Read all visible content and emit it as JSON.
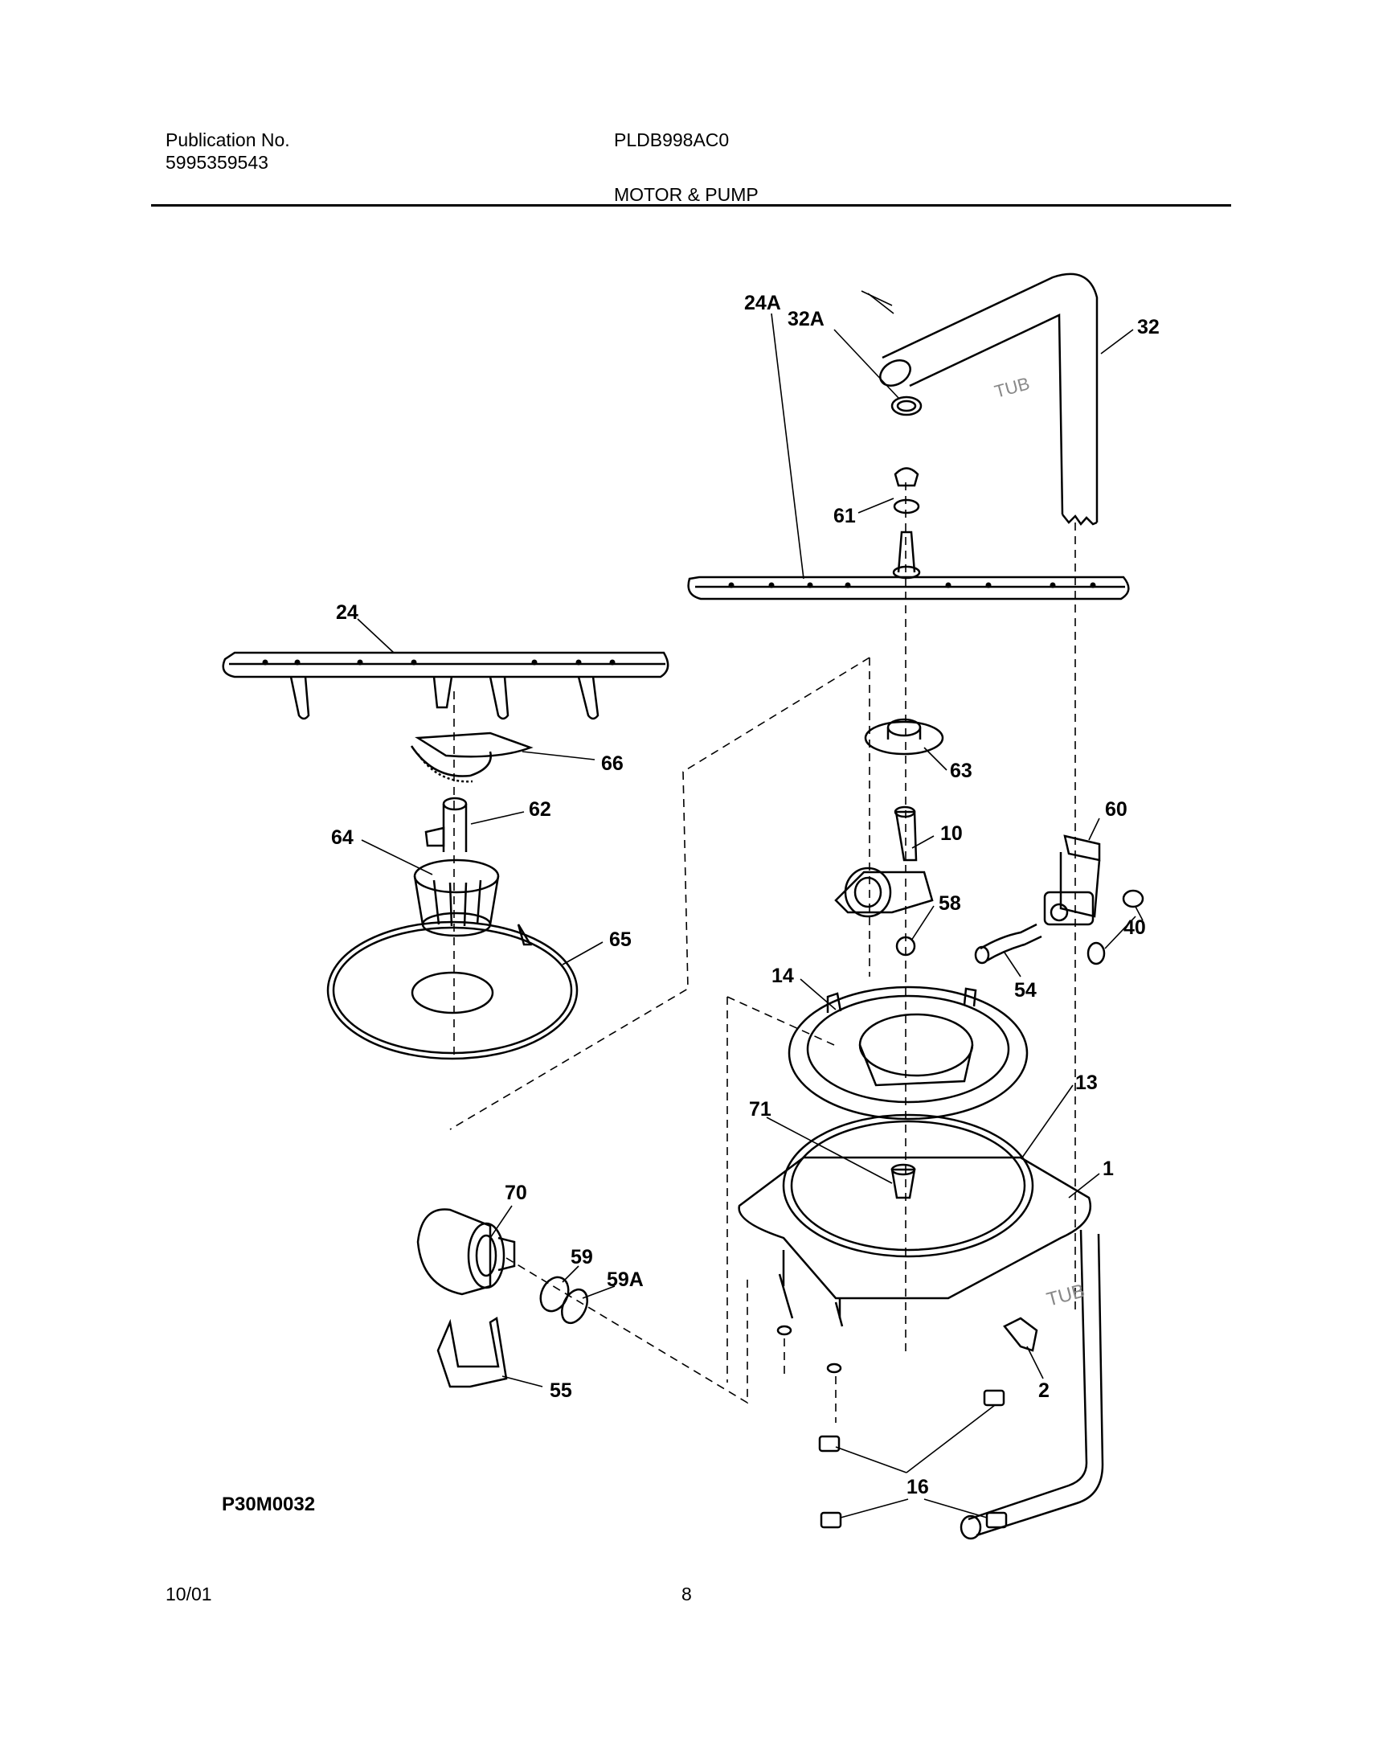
{
  "header": {
    "publication_label": "Publication No.",
    "publication_number": "5995359543",
    "model": "PLDB998AC0",
    "section_title": "MOTOR & PUMP"
  },
  "diagram": {
    "callouts": [
      "32A",
      "32",
      "61",
      "24A",
      "24",
      "66",
      "62",
      "64",
      "65",
      "63",
      "10",
      "60",
      "58",
      "40",
      "54",
      "14",
      "13",
      "71",
      "1",
      "70",
      "59",
      "59A",
      "55",
      "2",
      "16"
    ],
    "stamp_text": "TUB"
  },
  "figure_code": "P30M0032",
  "footer": {
    "date": "10/01",
    "page": "8"
  }
}
